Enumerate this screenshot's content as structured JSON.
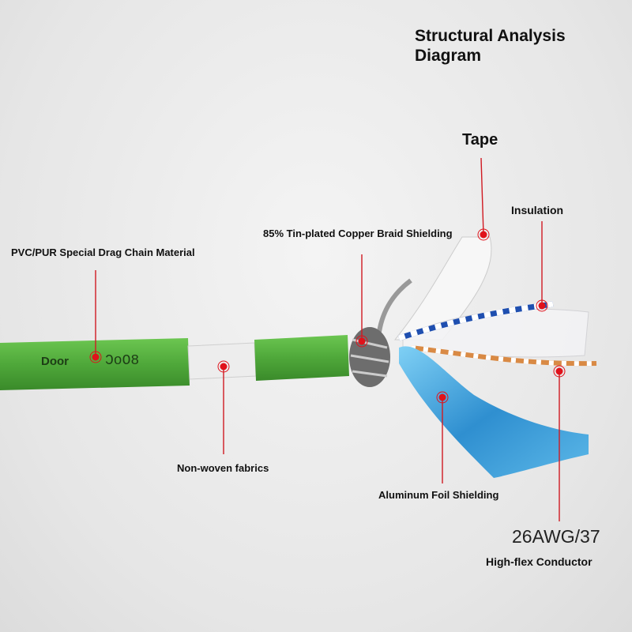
{
  "title": {
    "line1": "Structural Analysis",
    "line2": "Diagram"
  },
  "labels": {
    "jacket": "PVC/PUR Special Drag Chain Material",
    "non_woven": "Non-woven fabrics",
    "braid": "85% Tin-plated Copper Braid Shielding",
    "tape": "Tape",
    "insulation": "Insulation",
    "foil": "Aluminum Foil Shielding",
    "conductor_spec": "26AWG/37",
    "conductor": "High-flex Conductor"
  },
  "cable_print": {
    "text": "Door",
    "code": "ƆoO8"
  },
  "colors": {
    "accent": "#e0121b",
    "jacket": "#4fa83a",
    "foil": "#3d9fd6"
  }
}
